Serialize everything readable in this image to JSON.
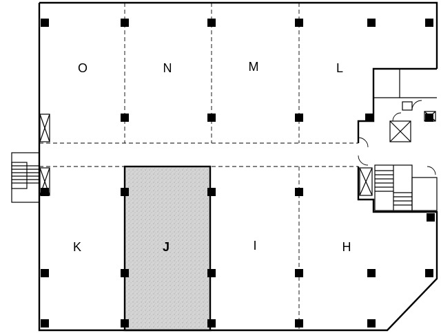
{
  "floor_plan": {
    "units": [
      {
        "id": "unit-o",
        "label": "O",
        "highlighted": false
      },
      {
        "id": "unit-n",
        "label": "N",
        "highlighted": false
      },
      {
        "id": "unit-m",
        "label": "M",
        "highlighted": false
      },
      {
        "id": "unit-l",
        "label": "L",
        "highlighted": false
      },
      {
        "id": "unit-k",
        "label": "K",
        "highlighted": false
      },
      {
        "id": "unit-j",
        "label": "J",
        "highlighted": true
      },
      {
        "id": "unit-i",
        "label": "I",
        "highlighted": false
      },
      {
        "id": "unit-h",
        "label": "H",
        "highlighted": false
      }
    ],
    "colors": {
      "wall": "#000000",
      "background": "#ffffff",
      "highlight_fill": "#d4d4d4",
      "highlight_speckle": "#9a9a9a"
    }
  }
}
